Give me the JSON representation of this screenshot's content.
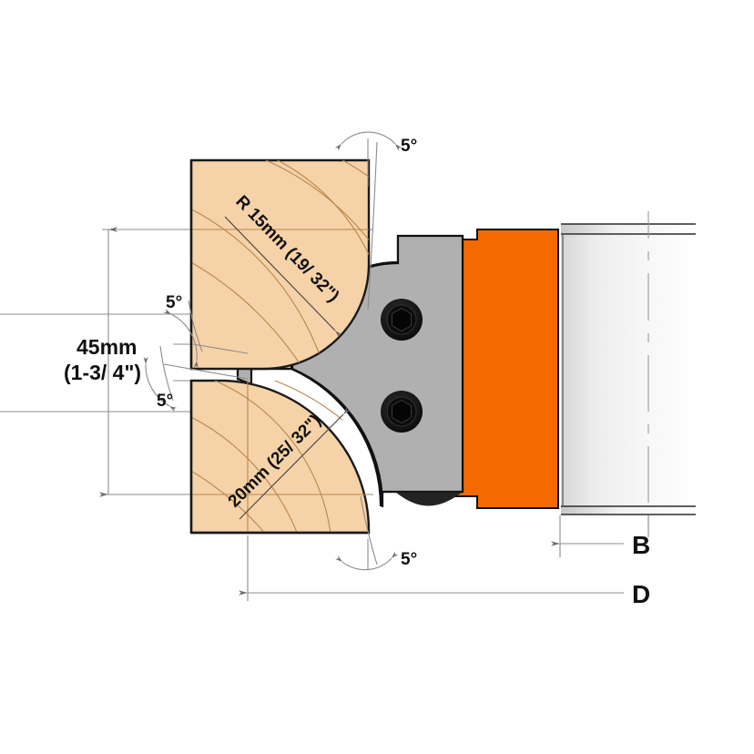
{
  "drawing": {
    "title": "Corner rounding cutter head profile",
    "colors": {
      "wood": "#f6d2a8",
      "wood_edge": "#1a1a1a",
      "grain": "#b8854a",
      "knife_gray": "#b0b0b0",
      "knife_edge": "#111111",
      "orange": "#f46a00",
      "shaft_light": "#f2f2f2",
      "shaft_mid": "#dcdcdc",
      "screw_black": "#141414",
      "dim_line": "#8c8c8c",
      "text": "#111111"
    },
    "dimensions": {
      "height_mm": "45mm",
      "height_in": "(1-3/ 4\")",
      "radius_upper": "R 15mm (19/ 32\")",
      "radius_lower": "20mm (25/ 32\")",
      "width_label": "B",
      "diameter_label": "D"
    },
    "angles": {
      "top": "5°",
      "mid_upper": "5°",
      "mid_lower": "5°",
      "bottom": "5°"
    },
    "parts": {
      "upper_workpiece": "upper wood workpiece",
      "lower_workpiece": "lower wood workpiece",
      "knife": "profile knife",
      "cutter_body": "orange cutter body",
      "shaft": "arbor shaft",
      "screw_upper": "upper hex socket screw",
      "screw_lower": "lower hex socket screw"
    }
  }
}
